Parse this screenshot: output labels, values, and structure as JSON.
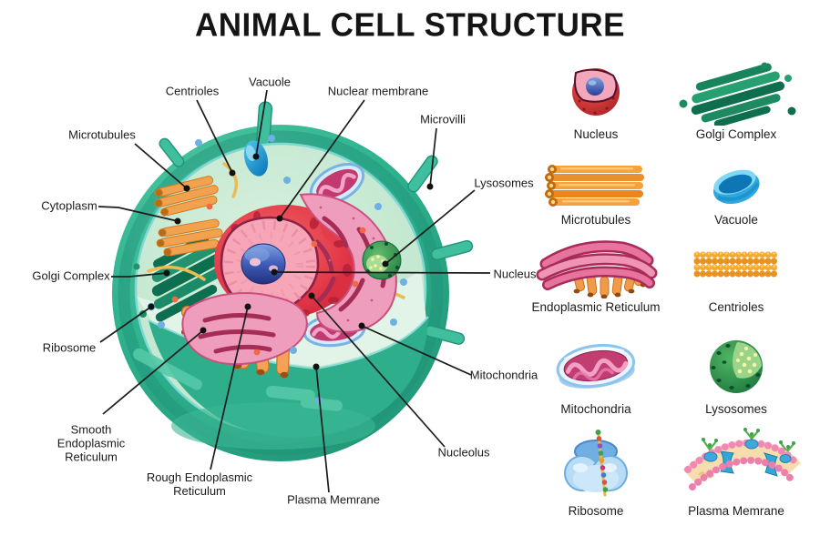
{
  "title": "ANIMAL CELL STRUCTURE",
  "diagram": {
    "labels": {
      "centrioles": "Centrioles",
      "vacuole": "Vacuole",
      "nuclear_membrane": "Nuclear membrane",
      "microvilli": "Microvilli",
      "microtubules": "Microtubules",
      "lysosomes": "Lysosomes",
      "cytoplasm": "Cytoplasm",
      "nucleus": "Nucleus",
      "golgi_complex": "Golgi Complex",
      "ribosome": "Ribosome",
      "mitochondria": "Mitochondria",
      "smooth_er": "Smooth Endoplasmic Reticulum",
      "rough_er": "Rough Endoplasmic Reticulum",
      "nucleolus": "Nucleolus",
      "plasma_memrane": "Plasma Memrane"
    }
  },
  "legend": {
    "items": [
      {
        "name": "Nucleus",
        "icon": "nucleus-icon"
      },
      {
        "name": "Golgi Complex",
        "icon": "golgi-complex-icon"
      },
      {
        "name": "Microtubules",
        "icon": "microtubules-icon"
      },
      {
        "name": "Vacuole",
        "icon": "vacuole-icon"
      },
      {
        "name": "Endoplasmic Reticulum",
        "icon": "endoplasmic-reticulum-icon"
      },
      {
        "name": "Centrioles",
        "icon": "centrioles-icon"
      },
      {
        "name": "Mitochondria",
        "icon": "mitochondria-icon"
      },
      {
        "name": "Lysosomes",
        "icon": "lysosomes-icon"
      },
      {
        "name": "Ribosome",
        "icon": "ribosome-icon"
      },
      {
        "name": "Plasma Memrane",
        "icon": "plasma-memrane-icon"
      }
    ]
  },
  "colors": {
    "background": "#ffffff",
    "membrane_teal": "#2fae8c",
    "cytoplasm_green": "#c6ead5",
    "cut_shelf_green": "#e2f4e8",
    "nucleus_red": "#dd2e41",
    "nucleoplasm_pink": "#f6a6b6",
    "nucleolus_blue": "#2b3f9a",
    "er_pink": "#ef9dbd",
    "er_magenta": "#a52c55",
    "golgi_green": "#17845c",
    "microtubule_orange": "#f2a24e",
    "vacuole_blue": "#2fa8dc",
    "lysosome_green": "#2e9a50",
    "label_text": "#1b1b1b"
  }
}
